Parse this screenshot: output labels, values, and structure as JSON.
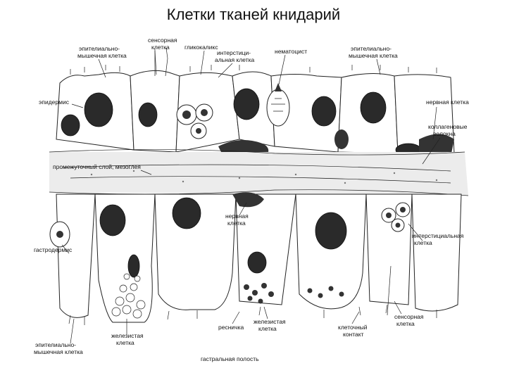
{
  "title": "Клетки тканей книдарий",
  "labels": {
    "sensory_top": "сенсорная",
    "sensory_top2": "клетка",
    "glycocalyx": "гликокаликс",
    "epithelial_left": "эпителиально-",
    "epithelial_left2": "мышечная клетка",
    "interstitial_top": "интерстици-",
    "interstitial_top2": "альная клетка",
    "nematocyst": "нематоцист",
    "epithelial_right": "эпителиально-",
    "epithelial_right2": "мышечная клетка",
    "epidermis": "эпидермис",
    "nerve_right": "нервная клетка",
    "collagen": "коллагеновые",
    "collagen2": "волокна",
    "mesoglea": "промежуточный слой, мезоглея",
    "nerve_mid": "нервная",
    "nerve_mid2": "клетка",
    "gastrodermis": "гастродермис",
    "interstitial_right": "интерстициальная",
    "interstitial_right2": "клетка",
    "sensory_bottom": "сенсорная",
    "sensory_bottom2": "клетка",
    "cilium": "ресничка",
    "glandular_mid": "железистая",
    "glandular_mid2": "клетка",
    "cell_contact": "клеточный",
    "cell_contact2": "контакт",
    "epithelial_bottom": "эпителиально-",
    "epithelial_bottom2": "мышечная клетка",
    "glandular_left": "железистая",
    "glandular_left2": "клетка",
    "gastral_cavity": "гастральная полость"
  }
}
